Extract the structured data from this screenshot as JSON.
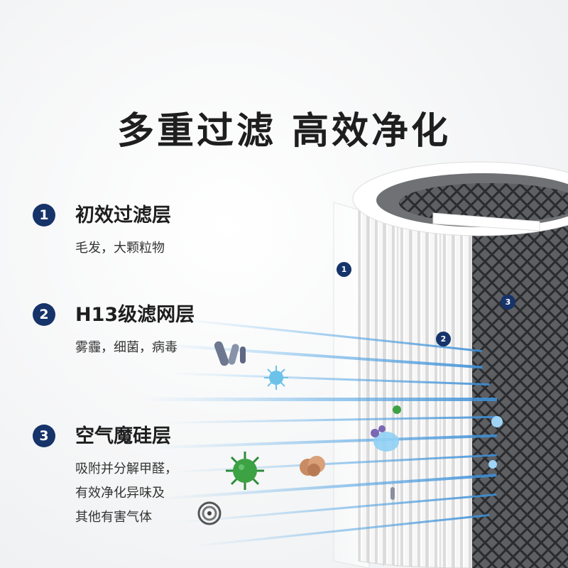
{
  "title": "多重过滤 高效净化",
  "features": [
    {
      "number": "1",
      "name": "初效过滤层",
      "desc_lines": [
        "毛发，大颗粒物"
      ]
    },
    {
      "number": "2",
      "name": "H13级滤网层",
      "desc_lines": [
        "雾霾，细菌，病毒"
      ]
    },
    {
      "number": "3",
      "name": "空气魔硅层",
      "desc_lines": [
        "吸附并分解甲醛，",
        "有效净化异味及",
        "其他有害气体"
      ]
    }
  ],
  "filter_markers": [
    "1",
    "2",
    "3"
  ],
  "colors": {
    "badge": "#16336a",
    "airflow": "#5aa9e6",
    "text": "#1e1e1e"
  },
  "icons": [
    "bacteria-icon",
    "virus-icon",
    "dust-icon",
    "smoke-icon",
    "molecule-icon"
  ]
}
